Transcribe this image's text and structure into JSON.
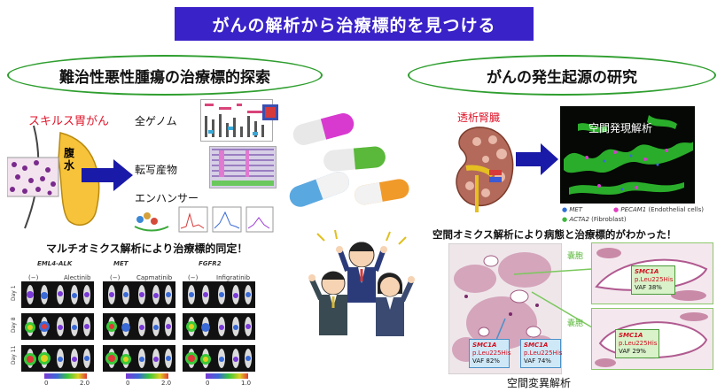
{
  "banner": {
    "title": "がんの解析から治療標的を見つける"
  },
  "left": {
    "heading": "難治性悪性腫瘍の治療標的探索",
    "cancer_label": "スキルス胃がん",
    "ascites_label": "腹\n水",
    "omics": [
      "全ゲノム",
      "転写産物",
      "エンハンサー"
    ],
    "summary": "マルチオミクス解析により治療標的同定！",
    "panels": [
      {
        "gene": "EML4-ALK",
        "ctrl": "(−)",
        "drug": "Alectinib"
      },
      {
        "gene": "MET",
        "ctrl": "(−)",
        "drug": "Capmatinib"
      },
      {
        "gene": "FGFR2",
        "ctrl": "(−)",
        "drug": "Infigratinib"
      }
    ],
    "days": [
      "Day 1",
      "Day 8",
      "Day 11"
    ],
    "scales": [
      [
        "0",
        "2.0"
      ],
      [
        "0",
        "2.0"
      ],
      [
        "0",
        "1.0"
      ]
    ]
  },
  "right": {
    "heading": "がんの発生起源の研究",
    "kidney_label": "透析腎臓",
    "spatial_label": "空間発現解析",
    "legend": [
      {
        "gene": "MET",
        "color": "#2f6fd6"
      },
      {
        "gene": "PECAM1",
        "note": " (Endothelial cells)",
        "color": "#e23cc0"
      },
      {
        "gene": "ACTA2",
        "note": " (Fibroblast)",
        "color": "#3cb83c"
      }
    ],
    "summary": "空間オミクス解析により病態と治療標的がわかった！",
    "cyst_labels": [
      "嚢胞",
      "嚢胞"
    ],
    "vaf_boxes": [
      {
        "gene": "SMC1A",
        "mut": "p.Leu225His",
        "vaf": "VAF 82%"
      },
      {
        "gene": "SMC1A",
        "mut": "p.Leu225His",
        "vaf": "VAF 74%"
      },
      {
        "gene": "SMC1A",
        "mut": "p.Leu225His",
        "vaf": "VAF 38%"
      },
      {
        "gene": "SMC1A",
        "mut": "p.Leu225His",
        "vaf": "VAF 29%"
      }
    ],
    "bottom_caption": "空間変異解析"
  }
}
